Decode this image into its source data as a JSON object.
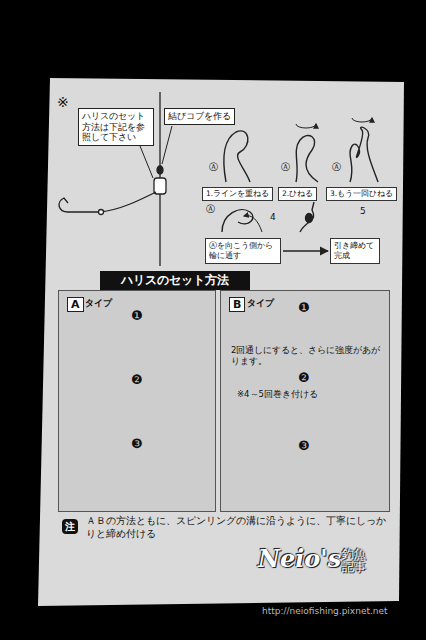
{
  "diagram": {
    "title": "ハリスのセット方法",
    "nodes": [
      {
        "text": [
          "ハリスのセット方法は下記を参照して下さい"
        ]
      },
      {
        "text": [
          "結びコブを作る"
        ]
      },
      {
        "text": [
          "1.ラインを重ねる"
        ]
      },
      {
        "text": [
          "2.ひねる"
        ]
      },
      {
        "text": [
          "3.もう一回ひねる"
        ]
      },
      {
        "text": [
          "Ⓐを向こう側から輪に通す"
        ]
      },
      {
        "text": [
          "引き締めて完成"
        ]
      },
      {
        "text": [
          "A",
          "タイプ"
        ]
      },
      {
        "text": [
          "B",
          "タイプ",
          "2回通しにすると、さらに強度があがります。",
          "※4～5回巻き付ける"
        ]
      },
      {
        "text": [
          "注"
        ]
      }
    ],
    "edges": [
      {
        "from": 5,
        "to": 6,
        "arrow": "to"
      }
    ],
    "labels": [
      "※",
      "Ⓐ",
      "Ⓐ",
      "Ⓐ",
      "Ⓐ",
      "4",
      "5",
      "❶",
      "❷",
      "❸",
      "❶",
      "❷",
      "❸",
      "ＡＢの方法ともに、スピンリングの溝に沿うように、丁寧にしっかりと締め付ける",
      "Neio's",
      "釣魚記事",
      "http://neiofishing.pixnet.net"
    ]
  }
}
